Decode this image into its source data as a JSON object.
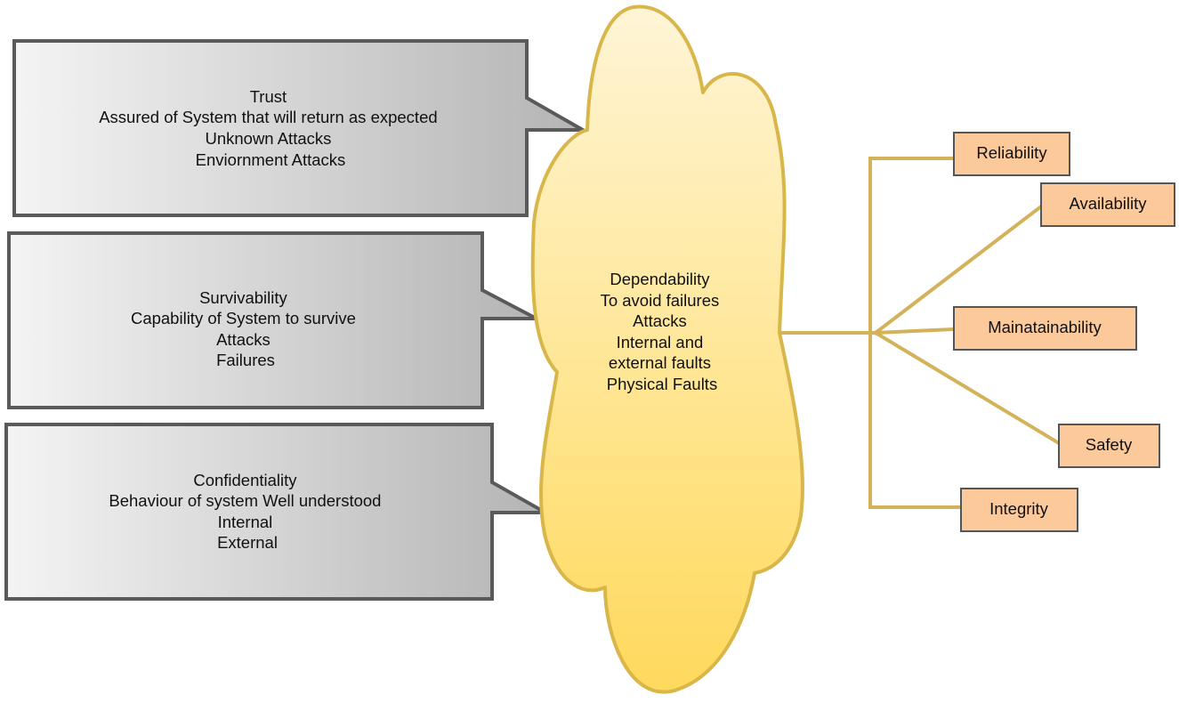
{
  "callouts": [
    {
      "lines": [
        "Trust",
        "Assured of System that will return as expected",
        "Unknown Attacks",
        "Enviornment Attacks"
      ]
    },
    {
      "lines": [
        "Survivability",
        "Capability of System to survive",
        "Attacks",
        "Failures"
      ]
    },
    {
      "lines": [
        "Confidentiality",
        "Behaviour of system Well understood",
        "Internal",
        "External"
      ]
    }
  ],
  "cloud": {
    "lines": [
      "Dependability",
      "To avoid failures",
      "Attacks",
      "Internal and",
      "external faults",
      "Physical Faults"
    ]
  },
  "attributes": [
    {
      "label": "Reliability"
    },
    {
      "label": "Availability"
    },
    {
      "label": "Mainatainability"
    },
    {
      "label": "Safety"
    },
    {
      "label": "Integrity"
    }
  ],
  "colors": {
    "callout_border": "#5a5a5a",
    "callout_light": "#f4f4f4",
    "callout_dark": "#b4b4b4",
    "cloud_top": "#fff5d6",
    "cloud_bottom": "#ffd95c",
    "cloud_border": "#d9b649",
    "connector": "#d3b25a",
    "box_fill": "#fcc99a",
    "box_border": "#555555"
  }
}
